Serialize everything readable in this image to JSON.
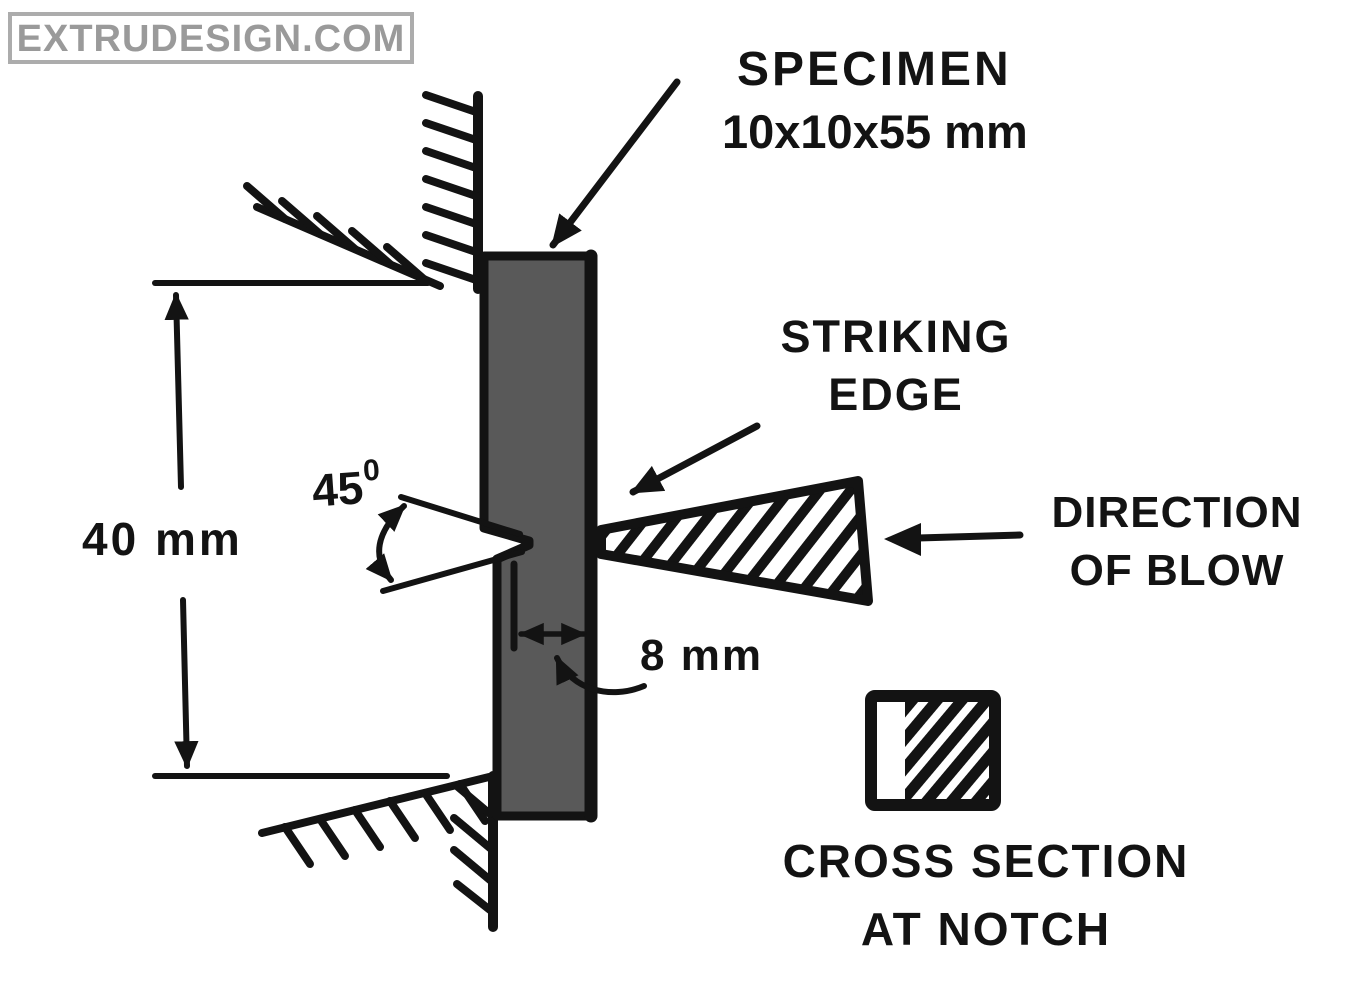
{
  "watermark": "EXTRUDESIGN.COM",
  "specimen": {
    "label": "SPECIMEN",
    "size": "10x10x55 mm"
  },
  "striking_edge": {
    "label_line1": "STRIKING",
    "label_line2": "EDGE"
  },
  "direction_of_blow": {
    "label_line1": "DIRECTION",
    "label_line2": "OF BLOW"
  },
  "cross_section": {
    "label_line1": "CROSS SECTION",
    "label_line2": "AT NOTCH"
  },
  "dimensions": {
    "span": "40 mm",
    "notch_offset": "8 mm",
    "notch_angle": "45",
    "notch_angle_exponent": "0"
  },
  "colors": {
    "ink": "#131313",
    "specimen_fill": "#595959",
    "watermark_gray": "#9a9a9a",
    "background": "#ffffff"
  }
}
